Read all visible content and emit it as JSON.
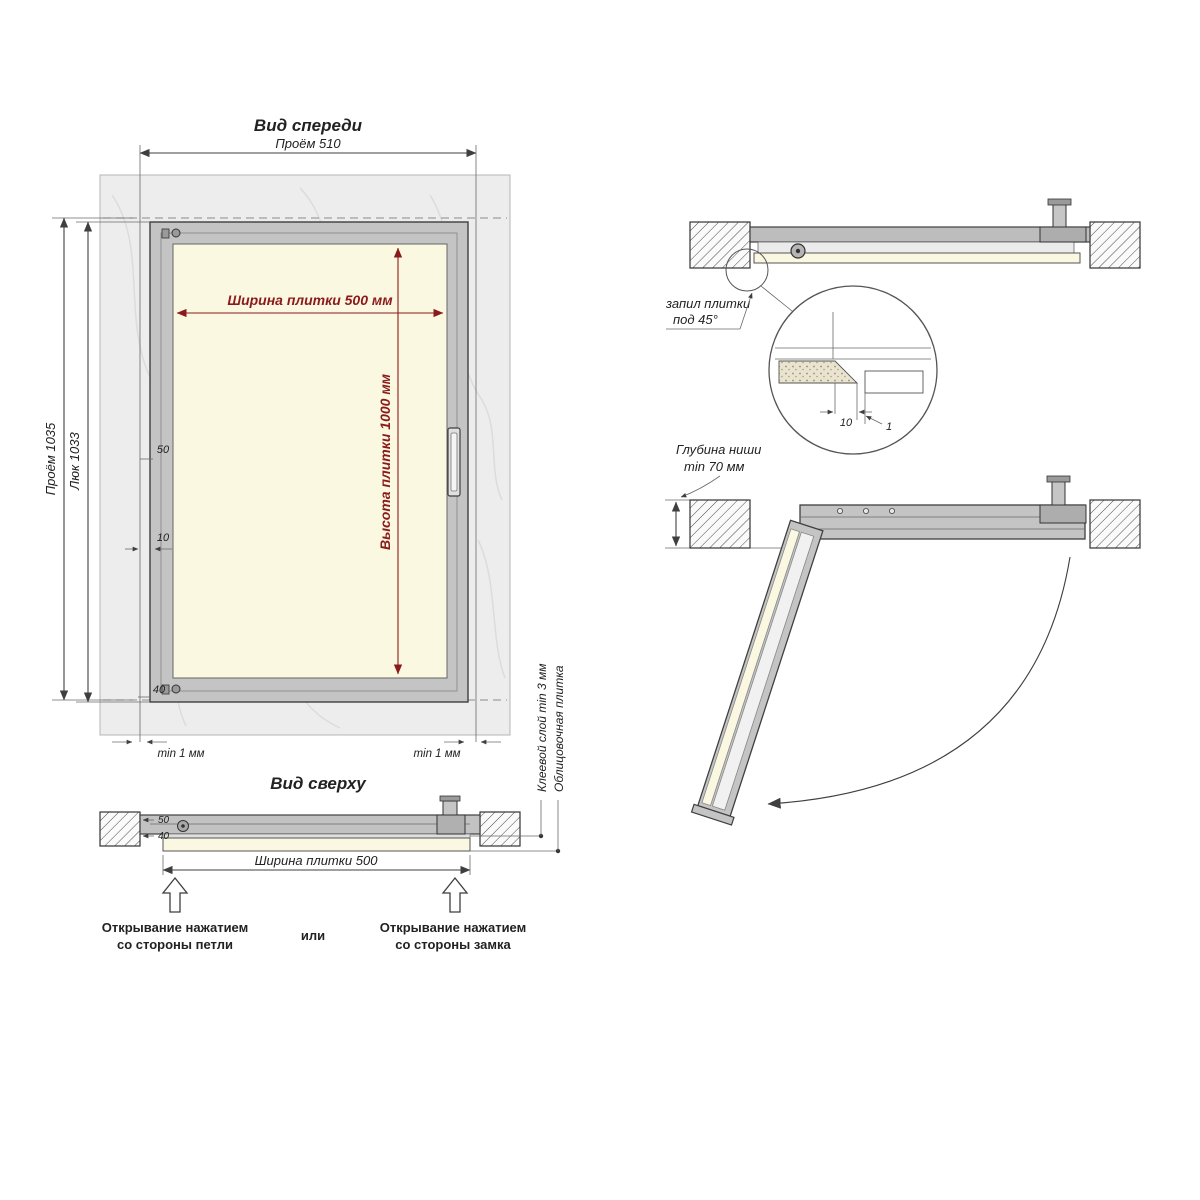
{
  "colors": {
    "dim_red": "#8b1a1a",
    "line": "#3f3f3f",
    "tile_fill": "#fbf8e2",
    "frame_gray": "#c4c4c4",
    "wall_gray": "#ededed"
  },
  "front_view": {
    "title": "Вид спереди",
    "dim_opening_width": "Проём 510",
    "dim_tile_width": "Ширина плитки 500 мм",
    "dim_tile_height": "Высота плитки 1000 мм",
    "dim_opening_height": "Проём 1035",
    "dim_hatch_height": "Люк 1033",
    "dim_50": "50",
    "dim_10": "10",
    "dim_40": "40",
    "dim_min1_left": "min 1 мм",
    "dim_min1_right": "min 1 мм"
  },
  "top_view": {
    "title": "Вид сверху",
    "dim_50": "50",
    "dim_40": "40",
    "dim_tile_width": "Ширина плитки 500",
    "label_adhesive": "Клеевой слой min 3 мм",
    "label_tile": "Облицовочная плитка",
    "open_hinge_line1": "Открывание нажатием",
    "open_hinge_line2": "со стороны петли",
    "or_label": "или",
    "open_lock_line1": "Открывание нажатием",
    "open_lock_line2": "со стороны замка"
  },
  "detail_view": {
    "label_cut_line1": "запил плитки",
    "label_cut_line2": "под 45°",
    "dim_10": "10",
    "dim_1": "1"
  },
  "open_view": {
    "label_depth_line1": "Глубина ниши",
    "label_depth_line2": "min 70 мм"
  }
}
